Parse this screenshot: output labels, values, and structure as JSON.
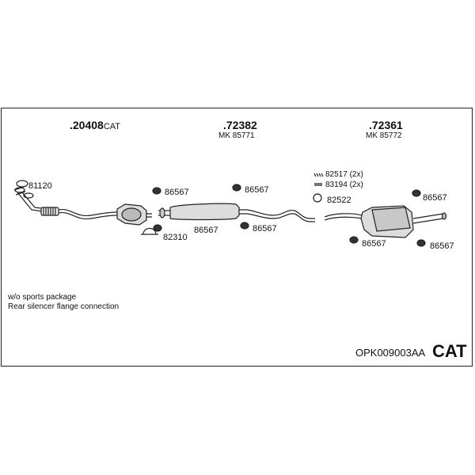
{
  "groups": [
    {
      "part": ".20408",
      "suffix": "CAT",
      "sub": ""
    },
    {
      "part": ".72382",
      "suffix": "",
      "sub": "MK 85771"
    },
    {
      "part": ".72361",
      "suffix": "",
      "sub": "MK 85772"
    }
  ],
  "parts": {
    "p81120": "81120",
    "p86567a": "86567",
    "p82310": "82310",
    "p86567b": "86567",
    "p86567c": "86567",
    "p86567d": "86567",
    "p82517": "82517 (2x)",
    "p83194": "83194 (2x)",
    "p82522": "82522",
    "p86567e": "86567",
    "p86567f": "86567",
    "p86567g": "86567"
  },
  "notes": {
    "line1": "w/o sports package",
    "line2": "Rear silencer flange connection"
  },
  "footer": {
    "code": "OPK009003AA",
    "cat": "CAT"
  }
}
